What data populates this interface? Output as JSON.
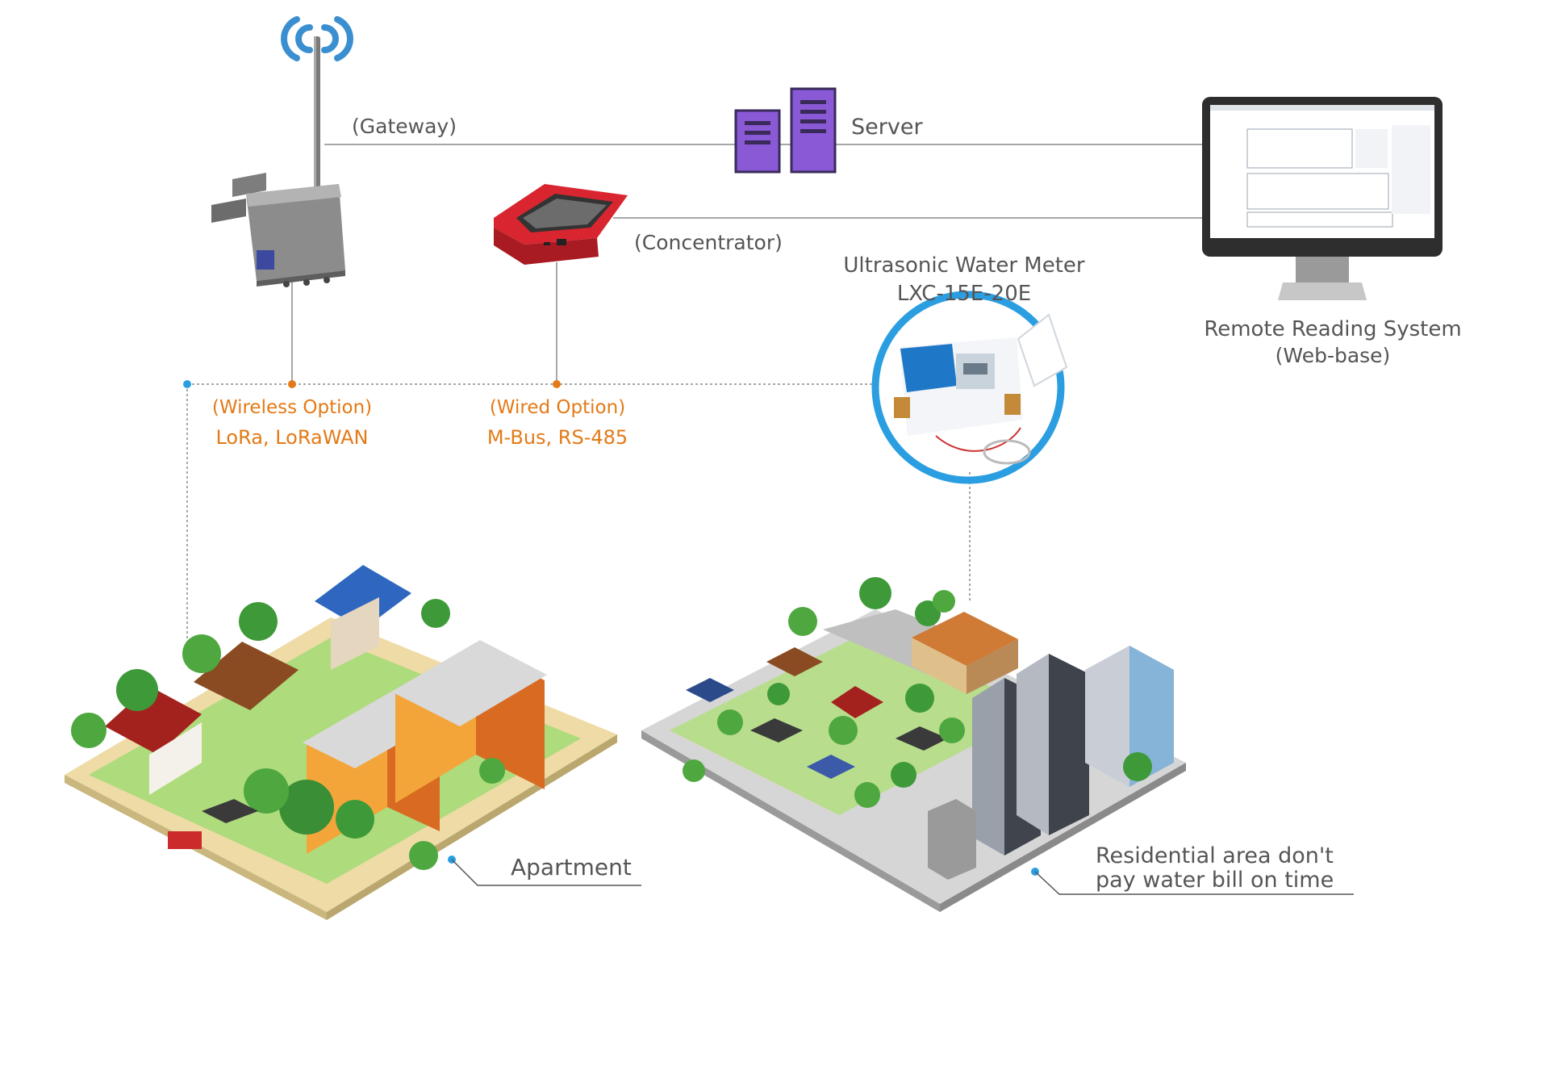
{
  "gateway": {
    "label": "(Gateway)"
  },
  "server": {
    "label": "Server"
  },
  "concentrator": {
    "label": "(Concentrator)"
  },
  "meter": {
    "title": "Ultrasonic Water Meter",
    "model": "LXC-15E-20E"
  },
  "remote": {
    "title": "Remote Reading System",
    "subtitle": "(Web-base)"
  },
  "wireless": {
    "title": "(Wireless Option)",
    "protocols": "LoRa, LoRaWAN"
  },
  "wired": {
    "title": "(Wired Option)",
    "protocols": "M-Bus, RS-485"
  },
  "apartment": {
    "label": "Apartment"
  },
  "residential": {
    "line1": "Residential area don't",
    "line2": "pay water bill on time"
  },
  "colors": {
    "accent_orange": "#e37a17",
    "accent_blue": "#2a9ee0",
    "server_purple": "#8a5ad6",
    "concentrator_red": "#d9252f",
    "line_gray": "#8a8a8a"
  }
}
